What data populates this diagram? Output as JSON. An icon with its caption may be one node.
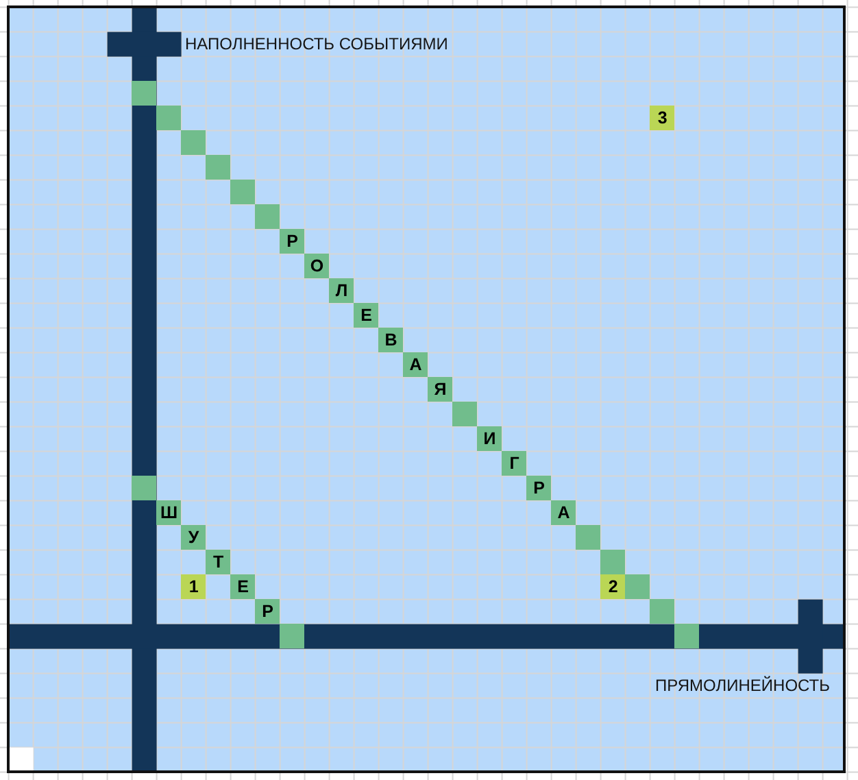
{
  "diagram": {
    "nodes": [
      {
        "text": [],
        "shape": "box"
      },
      {
        "text": [],
        "shape": "box"
      },
      {
        "text": [],
        "shape": "box"
      },
      {
        "text": [],
        "shape": "box"
      },
      {
        "text": [],
        "shape": "box"
      },
      {
        "text": [],
        "shape": "box"
      },
      {
        "text": [
          "Р"
        ]
      },
      {
        "text": [
          "О"
        ]
      },
      {
        "text": [
          "Л"
        ]
      },
      {
        "text": [
          "Е"
        ]
      },
      {
        "text": [
          "В"
        ]
      },
      {
        "text": [
          "А"
        ]
      },
      {
        "text": [
          "Я"
        ]
      },
      {
        "text": [],
        "shape": "box"
      },
      {
        "text": [
          "И"
        ]
      },
      {
        "text": [
          "Г"
        ]
      },
      {
        "text": [
          "Р"
        ]
      },
      {
        "text": [
          "А"
        ]
      },
      {
        "text": [],
        "shape": "box"
      },
      {
        "text": [],
        "shape": "box"
      },
      {
        "text": [],
        "shape": "box"
      },
      {
        "text": [],
        "shape": "box"
      },
      {
        "text": [],
        "shape": "box"
      },
      {
        "text": [],
        "shape": "box"
      },
      {
        "text": [
          "Ш"
        ]
      },
      {
        "text": [
          "У"
        ]
      },
      {
        "text": [
          "Т"
        ]
      },
      {
        "text": [
          "Е"
        ]
      },
      {
        "text": [
          "Р"
        ]
      },
      {
        "text": [],
        "shape": "box"
      },
      {
        "text": [
          "3"
        ]
      },
      {
        "text": [
          "1"
        ]
      },
      {
        "text": [
          "2"
        ]
      }
    ],
    "labels": [
      "НАПОЛНЕННОСТЬ СОБЫТИЯМИ",
      "ПРЯМОЛИНЕЙНОСТЬ"
    ]
  }
}
